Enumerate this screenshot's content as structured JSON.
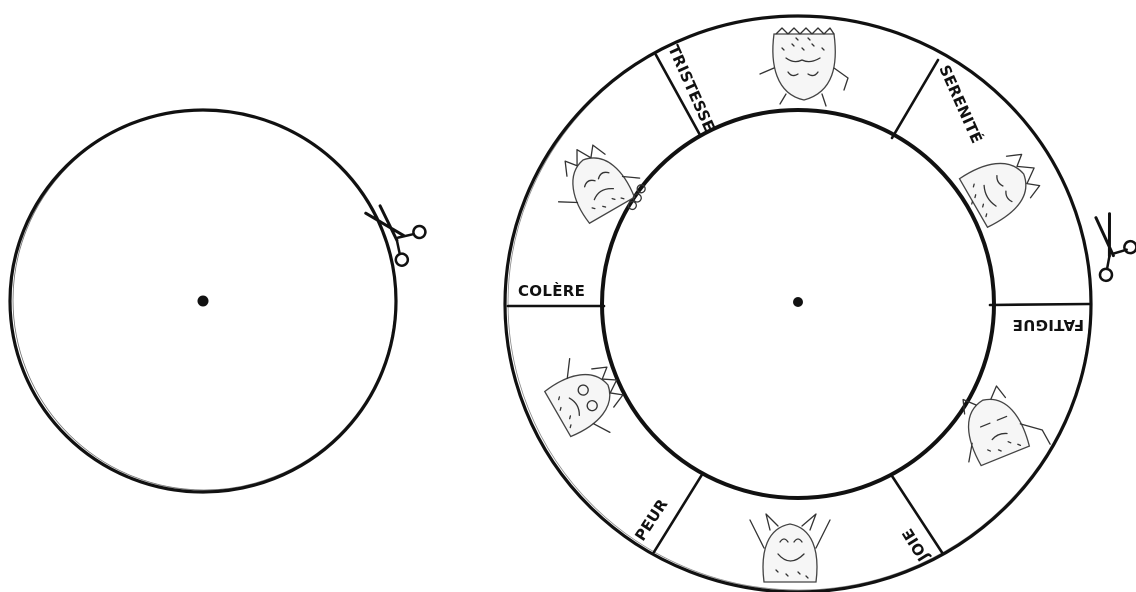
{
  "segments": [
    {
      "label": "TRISTESSE",
      "icon": "sad-monster-icon"
    },
    {
      "label": "SERENITÉ",
      "icon": "calm-monster-icon"
    },
    {
      "label": "FATIGUE",
      "icon": "tired-monster-icon"
    },
    {
      "label": "JOIE",
      "icon": "happy-monster-icon"
    },
    {
      "label": "PEUR",
      "icon": "scared-monster-icon"
    },
    {
      "label": "COLÈRE",
      "icon": "angry-monster-icon"
    }
  ],
  "icons": {
    "cut_marker_left": "scissors-icon",
    "cut_marker_right": "scissors-icon"
  },
  "colors": {
    "line": "#111111",
    "background": "#ffffff"
  }
}
